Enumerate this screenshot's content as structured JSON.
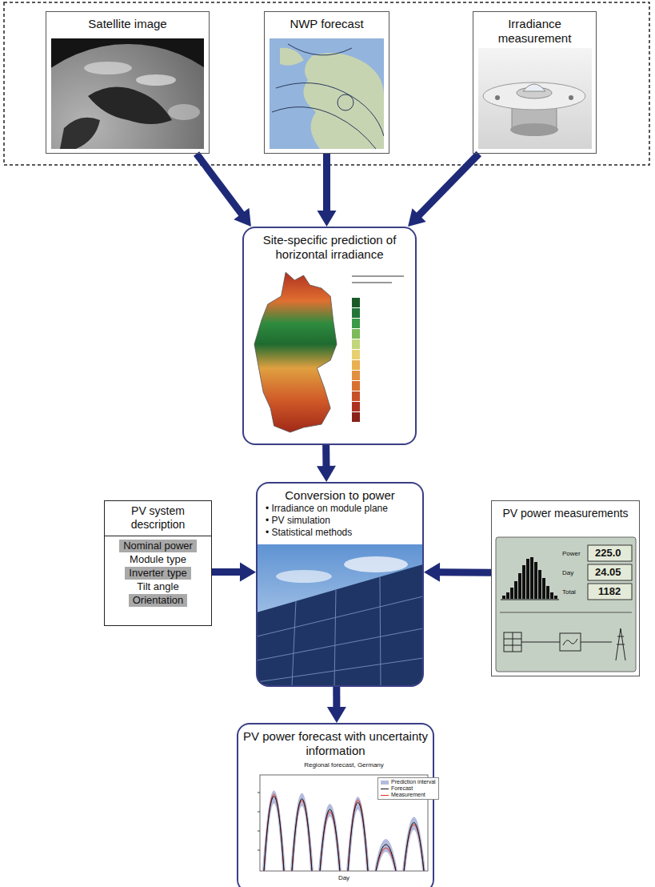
{
  "diagram": {
    "nodes": [
      {
        "text": [
          "Satellite image"
        ]
      },
      {
        "text": [
          "NWP forecast"
        ]
      },
      {
        "text": [
          "Irradiance measurement"
        ]
      },
      {
        "text": [
          "Site-specific prediction of horizontal irradiance"
        ]
      },
      {
        "text": [
          "PV system description",
          "Nominal power",
          "Module type",
          "Inverter type",
          "Tilt angle",
          "Orientation"
        ]
      },
      {
        "text": [
          "Conversion to power",
          "• Irradiance on module plane",
          "• PV simulation",
          "• Statistical methods"
        ]
      },
      {
        "text": [
          "PV power measurements"
        ]
      },
      {
        "text": [
          "PV power forecast with uncertainty information"
        ]
      }
    ],
    "edges": [
      {
        "from": 0,
        "to": 3,
        "arrow": "to"
      },
      {
        "from": 1,
        "to": 3,
        "arrow": "to"
      },
      {
        "from": 2,
        "to": 3,
        "arrow": "to"
      },
      {
        "from": 3,
        "to": 5,
        "arrow": "to"
      },
      {
        "from": 4,
        "to": 5,
        "arrow": "to"
      },
      {
        "from": 6,
        "to": 5,
        "arrow": "to"
      },
      {
        "from": 5,
        "to": 7,
        "arrow": "to"
      }
    ],
    "labels": [
      "Power",
      "225.0",
      "Day",
      "24.05",
      "Total",
      "1182",
      "Regional forecast, Germany",
      "Day"
    ],
    "legend": [
      {
        "text": "Prediction interval",
        "color": "#b3bbdc"
      },
      {
        "text": "Forecast"
      },
      {
        "text": "Measurement"
      }
    ]
  }
}
